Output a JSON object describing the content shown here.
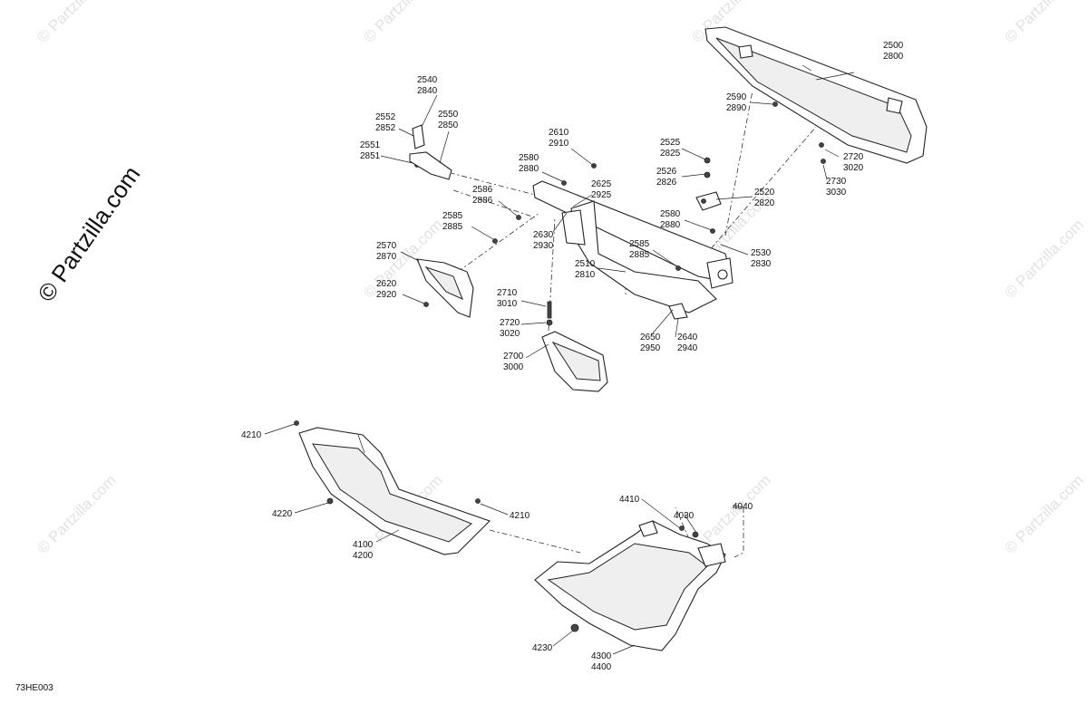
{
  "brand_watermark": "© Partzilla.com",
  "repeat_watermark": "© Partzilla.com",
  "diagram_code": "73HE003",
  "callouts": [
    {
      "id": "c2500",
      "lines": [
        "2500",
        "2800"
      ]
    },
    {
      "id": "c2590",
      "lines": [
        "2590",
        "2890"
      ]
    },
    {
      "id": "c2720a",
      "lines": [
        "2720",
        "3020"
      ]
    },
    {
      "id": "c2730",
      "lines": [
        "2730",
        "3030"
      ]
    },
    {
      "id": "c2540",
      "lines": [
        "2540",
        "2840"
      ]
    },
    {
      "id": "c2552",
      "lines": [
        "2552",
        "2852"
      ]
    },
    {
      "id": "c2550",
      "lines": [
        "2550",
        "2850"
      ]
    },
    {
      "id": "c2551",
      "lines": [
        "2551",
        "2851"
      ]
    },
    {
      "id": "c2610",
      "lines": [
        "2610",
        "2910"
      ]
    },
    {
      "id": "c2580a",
      "lines": [
        "2580",
        "2880"
      ]
    },
    {
      "id": "c2625",
      "lines": [
        "2625",
        "2925"
      ]
    },
    {
      "id": "c2586",
      "lines": [
        "2586",
        "2886"
      ]
    },
    {
      "id": "c2585a",
      "lines": [
        "2585",
        "2885"
      ]
    },
    {
      "id": "c2630",
      "lines": [
        "2630",
        "2930"
      ]
    },
    {
      "id": "c2525",
      "lines": [
        "2525",
        "2825"
      ]
    },
    {
      "id": "c2526",
      "lines": [
        "2526",
        "2826"
      ]
    },
    {
      "id": "c2520",
      "lines": [
        "2520",
        "2820"
      ]
    },
    {
      "id": "c2580b",
      "lines": [
        "2580",
        "2880"
      ]
    },
    {
      "id": "c2530",
      "lines": [
        "2530",
        "2830"
      ]
    },
    {
      "id": "c2585b",
      "lines": [
        "2585",
        "2885"
      ]
    },
    {
      "id": "c2510",
      "lines": [
        "2510",
        "2810"
      ]
    },
    {
      "id": "c2570",
      "lines": [
        "2570",
        "2870"
      ]
    },
    {
      "id": "c2620",
      "lines": [
        "2620",
        "2920"
      ]
    },
    {
      "id": "c2710",
      "lines": [
        "2710",
        "3010"
      ]
    },
    {
      "id": "c2720b",
      "lines": [
        "2720",
        "3020"
      ]
    },
    {
      "id": "c2700",
      "lines": [
        "2700",
        "3000"
      ]
    },
    {
      "id": "c2650",
      "lines": [
        "2650",
        "2950"
      ]
    },
    {
      "id": "c2640",
      "lines": [
        "2640",
        "2940"
      ]
    },
    {
      "id": "c4210a",
      "lines": [
        "4210"
      ]
    },
    {
      "id": "c4220",
      "lines": [
        "4220"
      ]
    },
    {
      "id": "c4210b",
      "lines": [
        "4210"
      ]
    },
    {
      "id": "c4100",
      "lines": [
        "4100",
        "4200"
      ]
    },
    {
      "id": "c4410",
      "lines": [
        "4410"
      ]
    },
    {
      "id": "c4030",
      "lines": [
        "4030"
      ]
    },
    {
      "id": "c4040",
      "lines": [
        "4040"
      ]
    },
    {
      "id": "c4230",
      "lines": [
        "4230"
      ]
    },
    {
      "id": "c4300",
      "lines": [
        "4300",
        "4400"
      ]
    }
  ]
}
